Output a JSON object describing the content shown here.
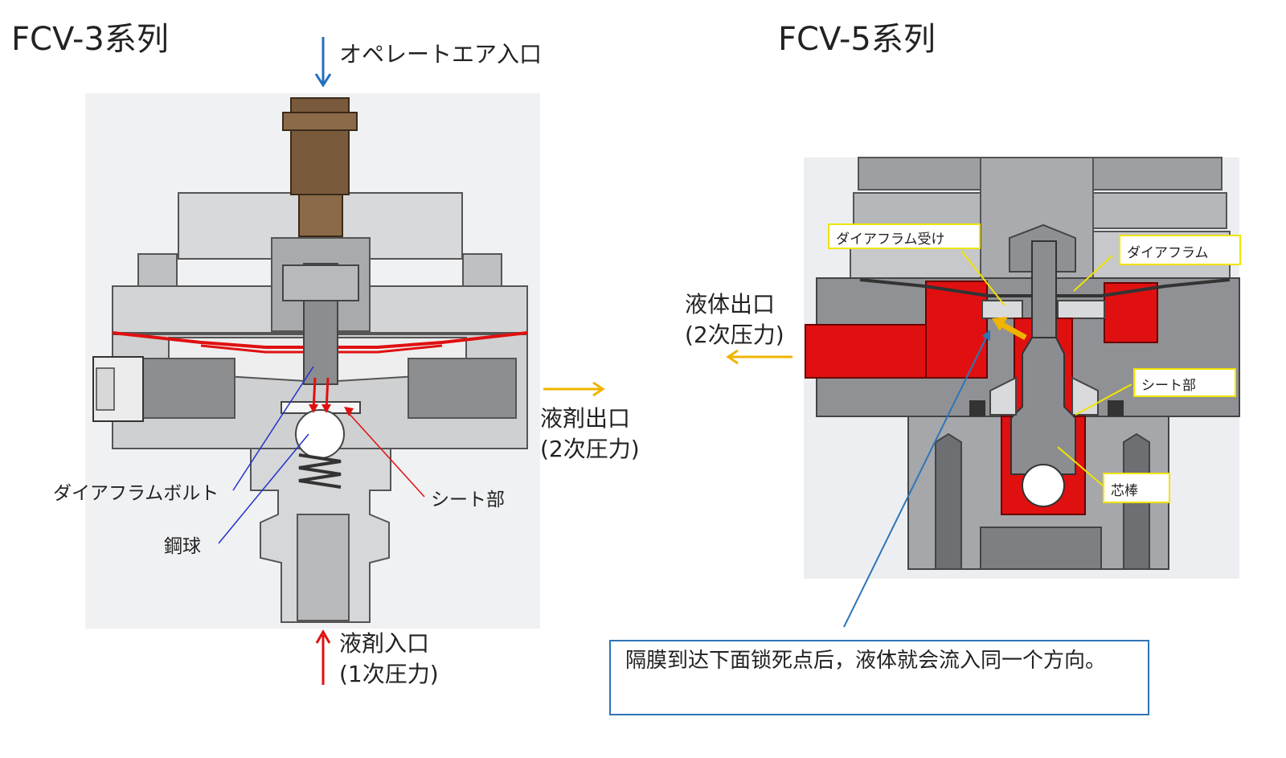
{
  "left": {
    "title": "FCV-3系列",
    "air_inlet_label": "オペレートエア入口",
    "outlet_label_line1": "液剤出口",
    "outlet_label_line2": "(2次圧力)",
    "diaphragm_bolt_label": "ダイアフラムボルト",
    "seat_label": "シート部",
    "steel_ball_label": "鋼球",
    "inlet_label_line1": "液剤入口",
    "inlet_label_line2": "(1次圧力)"
  },
  "right": {
    "title": "FCV-5系列",
    "diaphragm_holder_label": "ダイアフラム受け",
    "diaphragm_label": "ダイアフラム",
    "outlet_label_line1": "液体出口",
    "outlet_label_line2": "(2次压力)",
    "seat_label": "シート部",
    "core_rod_label": "芯棒",
    "note_text": "隔膜到达下面锁死点后，液体就会流入同一个方向。"
  },
  "colors": {
    "fluid_red": "#e01010",
    "arrow_blue": "#1f6fc0",
    "arrow_orange": "#f0b400",
    "label_box_yellow": "#f0e400",
    "note_border": "#2e75b6"
  }
}
